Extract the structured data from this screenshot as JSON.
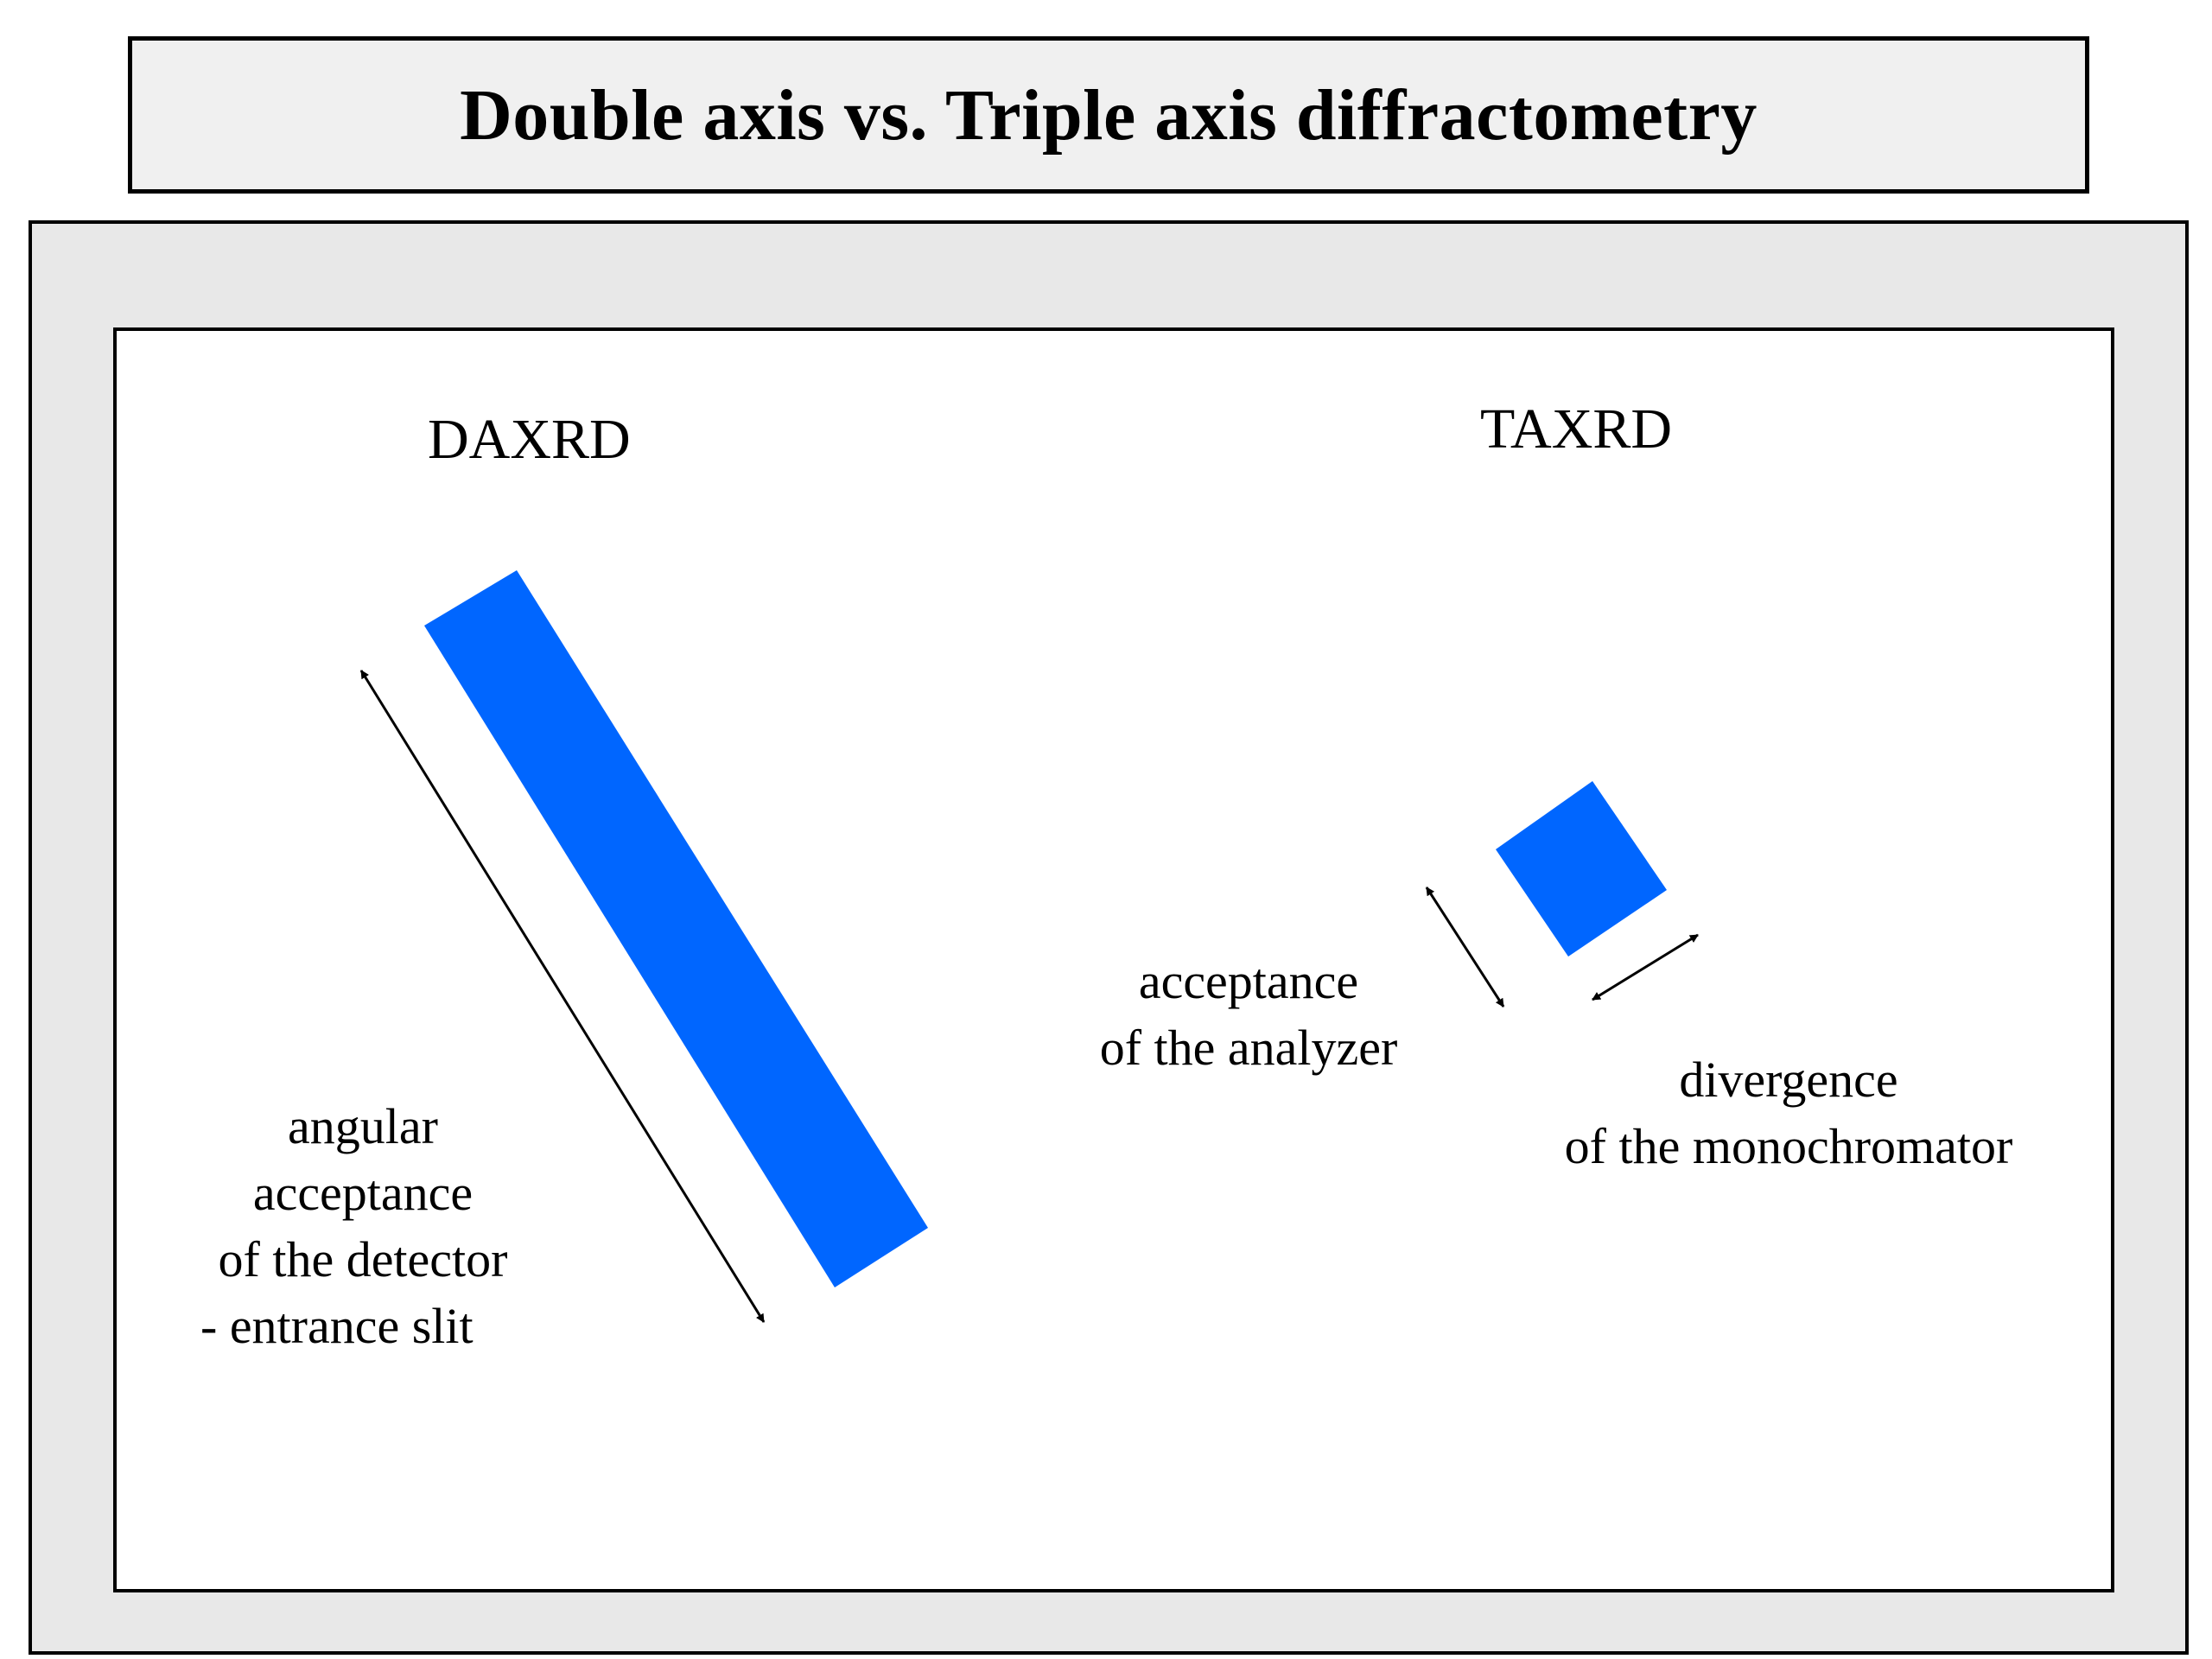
{
  "title": "Double axis vs. Triple axis diffractometry",
  "colors": {
    "accent_blue": "#0066FF",
    "frame_gray": "#e8e8e8",
    "title_bg": "#f0f0f0"
  },
  "daxrd": {
    "heading": "DAXRD",
    "label_lines": [
      "angular",
      "acceptance",
      "of the detector",
      "- entrance slit"
    ]
  },
  "taxrd": {
    "heading": "TAXRD",
    "analyzer_lines": [
      "acceptance",
      "of the analyzer"
    ],
    "monochromator_lines": [
      "divergence",
      "of the monochromator"
    ]
  }
}
